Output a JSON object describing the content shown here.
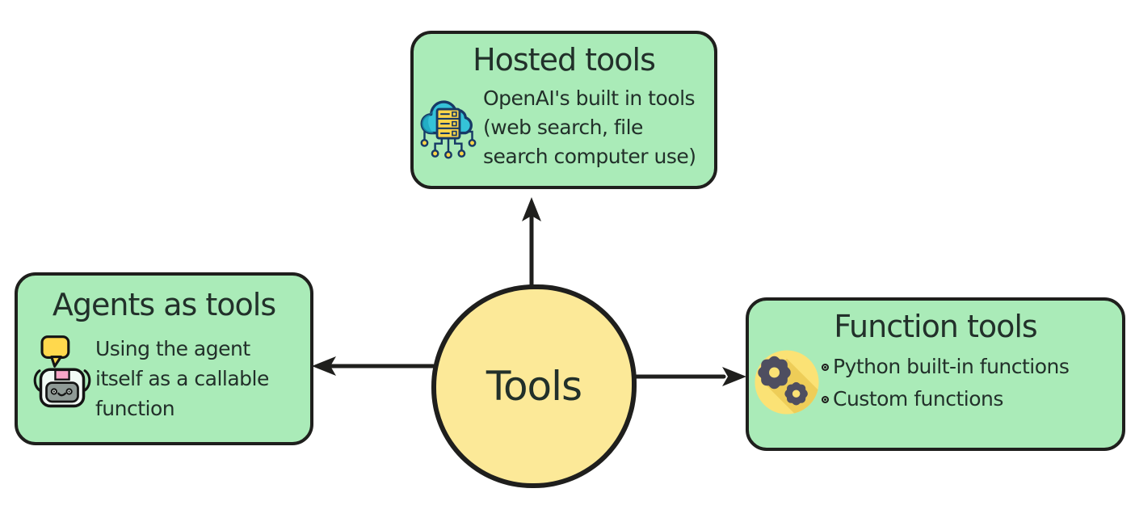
{
  "center": {
    "label": "Tools"
  },
  "nodes": {
    "hosted": {
      "title": "Hosted tools",
      "body_lines": [
        "OpenAI's built in tools",
        "(web search, file",
        "search computer use)"
      ],
      "icon": "cloud-server-icon"
    },
    "agents": {
      "title": "Agents as tools",
      "body_lines": [
        "Using the agent",
        "itself as a callable",
        "function"
      ],
      "icon": "robot-chat-icon"
    },
    "functions": {
      "title": "Function tools",
      "bullets": [
        "Python built-in functions",
        "Custom functions"
      ],
      "icon": "gears-icon"
    }
  },
  "edges": [
    {
      "from": "Tools",
      "to": "Hosted tools",
      "direction": "up"
    },
    {
      "from": "Tools",
      "to": "Agents as tools",
      "direction": "left"
    },
    {
      "from": "Tools",
      "to": "Function tools",
      "direction": "right"
    }
  ],
  "colors": {
    "node_fill": "#aaebb8",
    "node_border": "#1f1f1d",
    "center_fill": "#fce998",
    "text": "#22302a",
    "arrow": "#1f1f1d",
    "icon_cloud_teal": "#35c3d8",
    "icon_server_yellow": "#ffd54a",
    "icon_outline_navy": "#173a66",
    "icon_bubble_yellow": "#ffd84d",
    "icon_robot_pink": "#f7a6c7",
    "icon_robot_face_gray": "#8f9a96",
    "icon_gear_slate": "#4e4e60",
    "icon_gear_circle_yellow": "#fbe275",
    "icon_gear_shadow": "#eecd58"
  }
}
